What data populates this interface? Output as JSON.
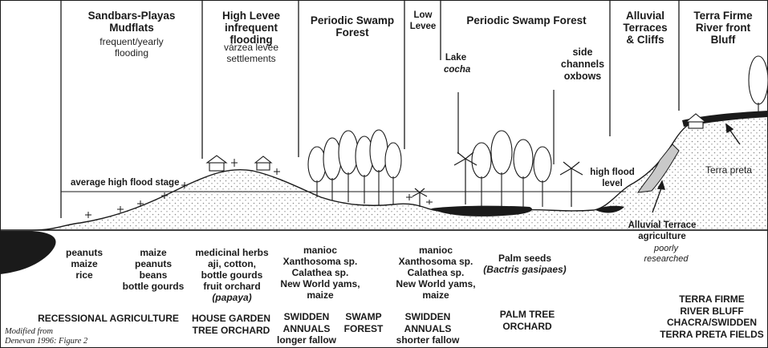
{
  "zones": [
    {
      "id": "sandbars",
      "title": "Sandbars-Playas\nMudflats",
      "subtitle": "frequent/yearly\nflooding"
    },
    {
      "id": "high-levee",
      "title": "High Levee\ninfrequent flooding",
      "subtitle": "várzea levee\nsettlements"
    },
    {
      "id": "swamp-forest-1",
      "title": "Periodic Swamp\nForest",
      "subtitle": ""
    },
    {
      "id": "low-levee",
      "title": "Low\nLevee",
      "subtitle": ""
    },
    {
      "id": "swamp-forest-2",
      "title": "Periodic Swamp Forest",
      "subtitle": ""
    },
    {
      "id": "alluvial-terraces",
      "title": "Alluvial\nTerraces\n& Cliffs",
      "subtitle": ""
    },
    {
      "id": "terra-firme",
      "title": "Terra Firme\nRiver front\nBluff",
      "subtitle": ""
    }
  ],
  "profile_labels": {
    "average_high_flood_stage": "average high flood stage",
    "lake": "Lake",
    "cocha": "cocha",
    "side_channels": "side\nchannels\noxbows",
    "high_flood_level": "high flood\nlevel",
    "terra_preta": "Terra preta",
    "alluvial_terrace_ag": "Alluvial Terrace\nagriculture",
    "poorly_researched": "poorly\nresearched"
  },
  "crops": {
    "sandbars_1": "peanuts\nmaize\nrice",
    "sandbars_2": "maize\npeanuts\nbeans\nbottle gourds",
    "high_levee": "medicinal herbs\naji, cotton,\nbottle gourds\nfruit orchard",
    "high_levee_italic": "(papaya)",
    "swamp_1": "manioc\nXanthosoma sp.\nCalathea sp.\nNew World yams,\nmaize",
    "low_levee": "manioc\nXanthosoma sp.\nCalathea sp.\nNew World yams,\nmaize",
    "palm_1": "Palm seeds",
    "palm_italic": "(Bactris gasipaes)"
  },
  "systems": {
    "recessional": "RECESSIONAL AGRICULTURE",
    "house_garden": "HOUSE GARDEN\nTREE ORCHARD",
    "swidden_longer": "SWIDDEN\nANNUALS\nlonger fallow",
    "swamp_forest": "SWAMP\nFOREST",
    "swidden_shorter": "SWIDDEN\nANNUALS\nshorter fallow",
    "palm_orchard": "PALM TREE\nORCHARD",
    "terra_firme": "TERRA FIRME\nRIVER BLUFF\nCHACRA/SWIDDEN\nTERRA PRETA FIELDS"
  },
  "credit": "Modified from\nDenevan 1996: Figure 2",
  "colors": {
    "ink": "#1a1a1a",
    "ground": "#ffffff",
    "stipple": "#9a9a9a",
    "water": "#1a1a1a",
    "terrace": "#c9c9c9"
  }
}
